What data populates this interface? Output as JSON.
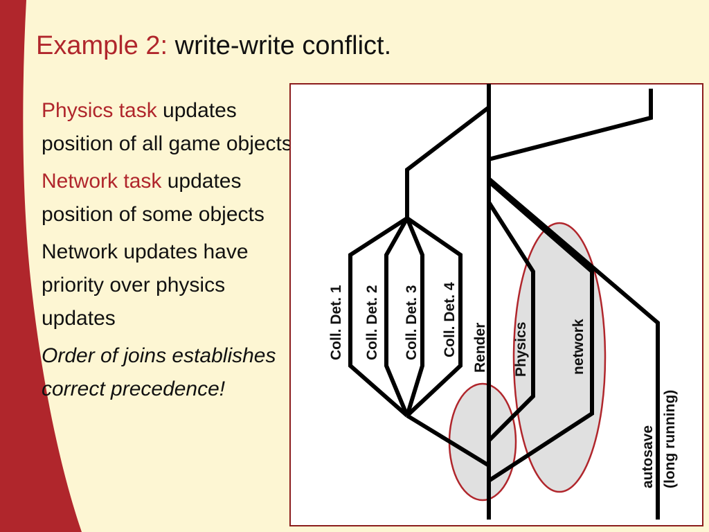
{
  "slide": {
    "title_prefix": "Example 2:",
    "title_rest": " write-write conflict.",
    "colors": {
      "accent": "#b0262c",
      "background": "#fdf6d3",
      "sidebar": "#b0262c",
      "highlight_fill": "#dcdcdc"
    }
  },
  "bullets": [
    {
      "highlight": "Physics task",
      "text": " updates position of all game objects"
    },
    {
      "highlight": "Network task",
      "text": " updates position of some objects"
    },
    {
      "text": "Network updates have priority over physics updates"
    },
    {
      "text": "Order of joins establishes correct precedence!"
    }
  ],
  "diagram": {
    "labels": {
      "coll1": "Coll. Det. 1",
      "coll2": "Coll. Det. 2",
      "coll3": "Coll. Det. 3",
      "coll4": "Coll. Det. 4",
      "render": "Render",
      "physics": "Physics",
      "network": "network",
      "autosave_line1": "autosave",
      "autosave_line2": "(long running)"
    }
  }
}
